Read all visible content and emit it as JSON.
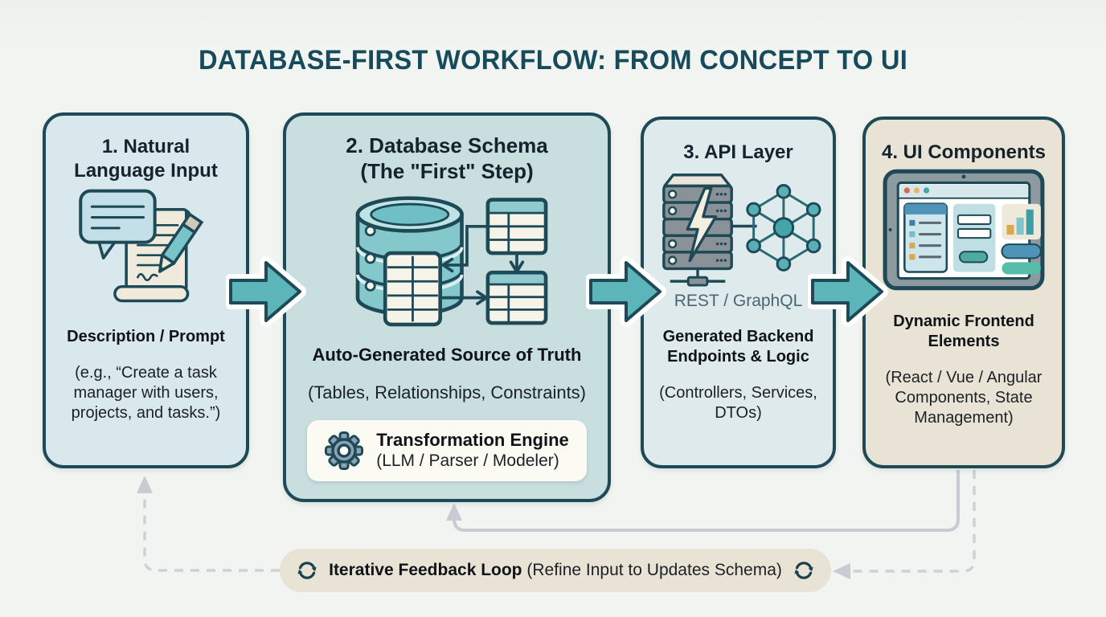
{
  "page": {
    "title": "DATABASE-FIRST WORKFLOW: FROM CONCEPT TO UI"
  },
  "colors": {
    "title_teal": "#174b5c",
    "outline_dark_teal": "#1d4a56",
    "arrow_fill": "#5cb5b8",
    "box1_bg": "#d9e8ed",
    "box2_bg": "#c9dedf",
    "box3_bg": "#dfeaec",
    "box4_bg": "#e8e3d5",
    "feedback_pill_bg": "#e8e3d5",
    "connector_gray": "#c6ccd2",
    "page_bg": "#f1f4f0"
  },
  "steps": [
    {
      "title": "1. Natural\nLanguage Input",
      "icon": "chat-scroll-pencil-icon",
      "caption_title": "Description / Prompt",
      "caption_body": "(e.g., “Create a task\nmanager with users,\nprojects, and tasks.”)"
    },
    {
      "title": "2. Database Schema\n(The \"First\" Step)",
      "icon": "database-erd-icon",
      "caption_title": "Auto-Generated Source of Truth",
      "caption_body": "(Tables, Relationships, Constraints)",
      "engine": {
        "icon": "gear-icon",
        "title": "Transformation Engine",
        "subtitle": "(LLM / Parser / Modeler)"
      }
    },
    {
      "title": "3. API Layer",
      "icon": "server-network-icon",
      "icon_caption": "REST / GraphQL",
      "caption_title": "Generated Backend\nEndpoints & Logic",
      "caption_body": "(Controllers, Services,\nDTOs)"
    },
    {
      "title": "4. UI Components",
      "icon": "ui-mockup-icon",
      "caption_title": "Dynamic Frontend\nElements",
      "caption_body": "(React / Vue / Angular\nComponents, State\nManagement)"
    }
  ],
  "feedback": {
    "icon": "refresh-cycle-icon",
    "label_bold": "Iterative Feedback Loop",
    "label_regular": "(Refine Input to Updates Schema)"
  }
}
